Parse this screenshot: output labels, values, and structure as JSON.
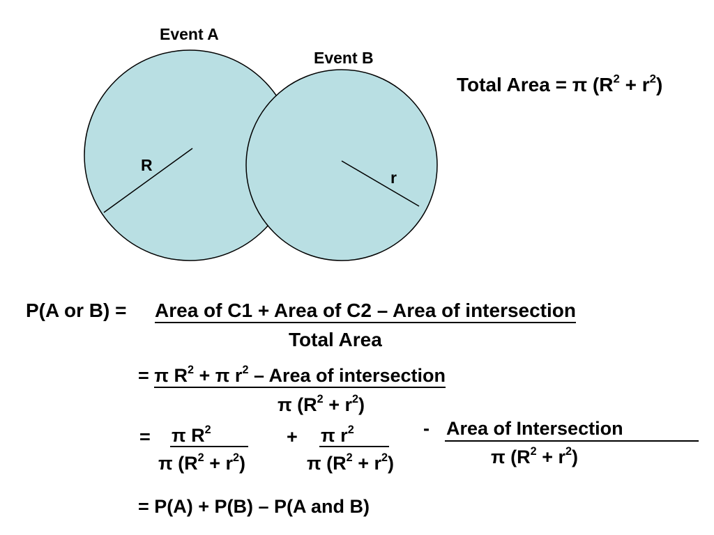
{
  "diagram": {
    "event_a_label": "Event A",
    "event_b_label": "Event B",
    "radius_a_label": "R",
    "radius_b_label": "r",
    "circle_fill": "#b9dfe3",
    "circle_stroke": "#000000"
  },
  "total_area": {
    "prefix": "Total Area = ",
    "pi": "π",
    "open": " (R",
    "exp1": "2",
    "mid": " + r",
    "exp2": "2",
    "close": ")"
  },
  "step1": {
    "lhs": "P(A or B) = ",
    "numerator": "Area of C1 + Area of C2 – Area of intersection",
    "denominator": "Total Area"
  },
  "step2": {
    "eq": "= ",
    "pi1": "π",
    "r1": " R",
    "exp1": "2",
    "plus": " + ",
    "pi2": "π",
    "r2": " r",
    "exp2": "2",
    "rest": " – Area of intersection",
    "den_pi": "π",
    "den_open": " (R",
    "den_exp1": "2",
    "den_mid": " + r",
    "den_exp2": "2",
    "den_close": ")"
  },
  "step3": {
    "eq": "=",
    "frac1_num_pi": "π",
    "frac1_num_r": " R",
    "frac1_num_exp": "2",
    "plus": "+",
    "frac2_num_pi": "π",
    "frac2_num_r": " r",
    "frac2_num_exp": "2",
    "minus": "-",
    "frac3_num": "Area of Intersection",
    "den_pi": "π",
    "den_open": " (R",
    "den_exp1": "2",
    "den_mid": " + r",
    "den_exp2": "2",
    "den_close": ")"
  },
  "step4": {
    "text": "= P(A) + P(B) – P(A and B)"
  }
}
